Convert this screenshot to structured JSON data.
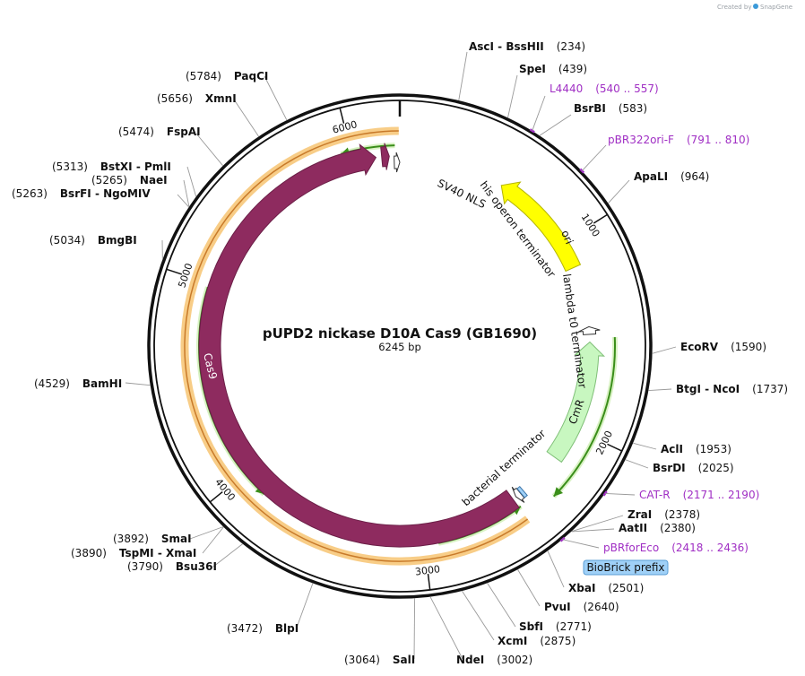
{
  "header": {
    "created_by": "Created by",
    "brand": "SnapGene"
  },
  "plasmid": {
    "name": "pUPD2 nickase D10A Cas9 (GB1690)",
    "size_label": "6245 bp",
    "length": 6245
  },
  "ruler": [
    "1000",
    "2000",
    "3000",
    "4000",
    "5000",
    "6000"
  ],
  "features": {
    "sv40": "SV40 NLS",
    "his_term": "his operon terminator",
    "ori": "ori",
    "lambda": "lambda t0 terminator",
    "cmr": "CmR",
    "bact": "bacterial terminator",
    "cas9": "Cas9",
    "biobrick": "BioBrick prefix"
  },
  "sites": [
    {
      "name": "AscI  -  BssHII",
      "pos": "(234)"
    },
    {
      "name": "SpeI",
      "pos": "(439)"
    },
    {
      "name": "L4440",
      "pos": "(540 .. 557)"
    },
    {
      "name": "BsrBI",
      "pos": "(583)"
    },
    {
      "name": "pBR322ori-F",
      "pos": "(791 .. 810)"
    },
    {
      "name": "ApaLI",
      "pos": "(964)"
    },
    {
      "name": "EcoRV",
      "pos": "(1590)"
    },
    {
      "name": "BtgI  -  NcoI",
      "pos": "(1737)"
    },
    {
      "name": "AclI",
      "pos": "(1953)"
    },
    {
      "name": "BsrDI",
      "pos": "(2025)"
    },
    {
      "name": "CAT-R",
      "pos": "(2171 .. 2190)"
    },
    {
      "name": "ZraI",
      "pos": "(2378)"
    },
    {
      "name": "AatII",
      "pos": "(2380)"
    },
    {
      "name": "pBRforEco",
      "pos": "(2418 .. 2436)"
    },
    {
      "name": "XbaI",
      "pos": "(2501)"
    },
    {
      "name": "PvuI",
      "pos": "(2640)"
    },
    {
      "name": "SbfI",
      "pos": "(2771)"
    },
    {
      "name": "XcmI",
      "pos": "(2875)"
    },
    {
      "name": "NdeI",
      "pos": "(3002)"
    },
    {
      "name": "SalI",
      "pos": "(3064)"
    },
    {
      "name": "BlpI",
      "pos": "(3472)"
    },
    {
      "name": "Bsu36I",
      "pos": "(3790)"
    },
    {
      "name": "TspMI  -  XmaI",
      "pos": "(3890)"
    },
    {
      "name": "SmaI",
      "pos": "(3892)"
    },
    {
      "name": "BamHI",
      "pos": "(4529)"
    },
    {
      "name": "BmgBI",
      "pos": "(5034)"
    },
    {
      "name": "BsrFI  -  NgoMIV",
      "pos": "(5263)"
    },
    {
      "name": "NaeI",
      "pos": "(5265)"
    },
    {
      "name": "BstXI  -  PmlI",
      "pos": "(5313)"
    },
    {
      "name": "FspAI",
      "pos": "(5474)"
    },
    {
      "name": "XmnI",
      "pos": "(5656)"
    },
    {
      "name": "PaqCI",
      "pos": "(5784)"
    }
  ],
  "colors": {
    "cas9": "#8e2b5f",
    "ori": "#ffff00",
    "cmr": "#c8f7c0",
    "primer": "#a02fc4",
    "orange_glow": "#f7c87a",
    "green_arrow": "#3a8e1a"
  }
}
